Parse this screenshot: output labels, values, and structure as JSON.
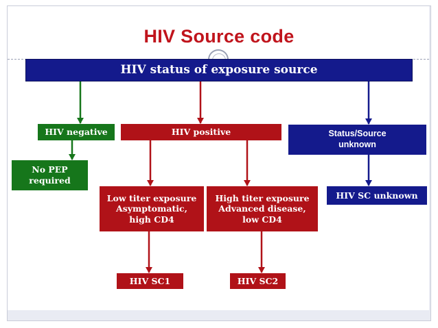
{
  "title": "HIV Source code",
  "source": {
    "label": "HIV status of exposure source"
  },
  "branches": {
    "negative": "HIV negative",
    "positive": "HIV positive",
    "unknown": "Status/Source\nunknown"
  },
  "outcomes": {
    "no_pep": "No PEP\nrequired",
    "low_titer": "Low titer exposure\nAsymptomatic,\nhigh CD4",
    "high_titer": "High titer exposure\nAdvanced disease,\nlow CD4",
    "sc_unknown": "HIV SC unknown",
    "sc1": "HIV SC1",
    "sc2": "HIV SC2"
  },
  "colors": {
    "title": "#c0141c",
    "blue": "#141a8c",
    "red": "#b01218",
    "green": "#16761b"
  }
}
